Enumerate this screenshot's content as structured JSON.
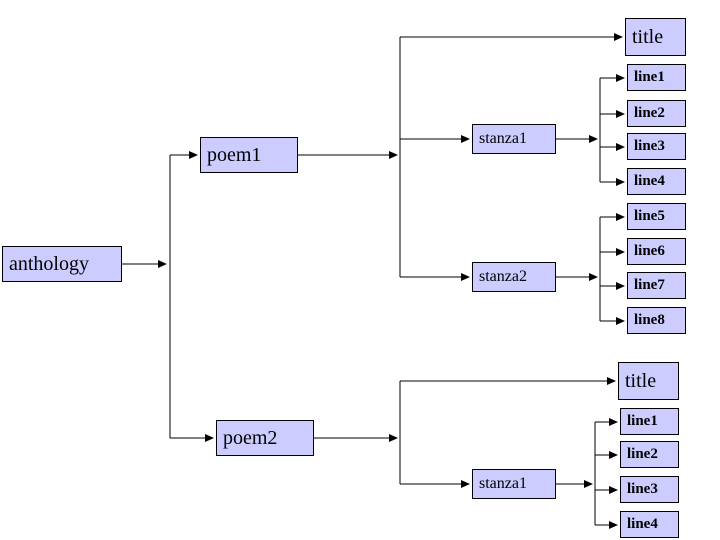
{
  "diagram": {
    "root": {
      "label": "anthology"
    },
    "poems": [
      {
        "label": "poem1",
        "title": "title",
        "stanzas": [
          {
            "label": "stanza1",
            "lines": [
              "line1",
              "line2",
              "line3",
              "line4"
            ]
          },
          {
            "label": "stanza2",
            "lines": [
              "line5",
              "line6",
              "line7",
              "line8"
            ]
          }
        ]
      },
      {
        "label": "poem2",
        "title": "title",
        "stanzas": [
          {
            "label": "stanza1",
            "lines": [
              "line1",
              "line2",
              "line3",
              "line4"
            ]
          }
        ]
      }
    ],
    "colors": {
      "node_fill": "#ccccff",
      "node_border": "#000000",
      "connector": "#000000"
    }
  }
}
